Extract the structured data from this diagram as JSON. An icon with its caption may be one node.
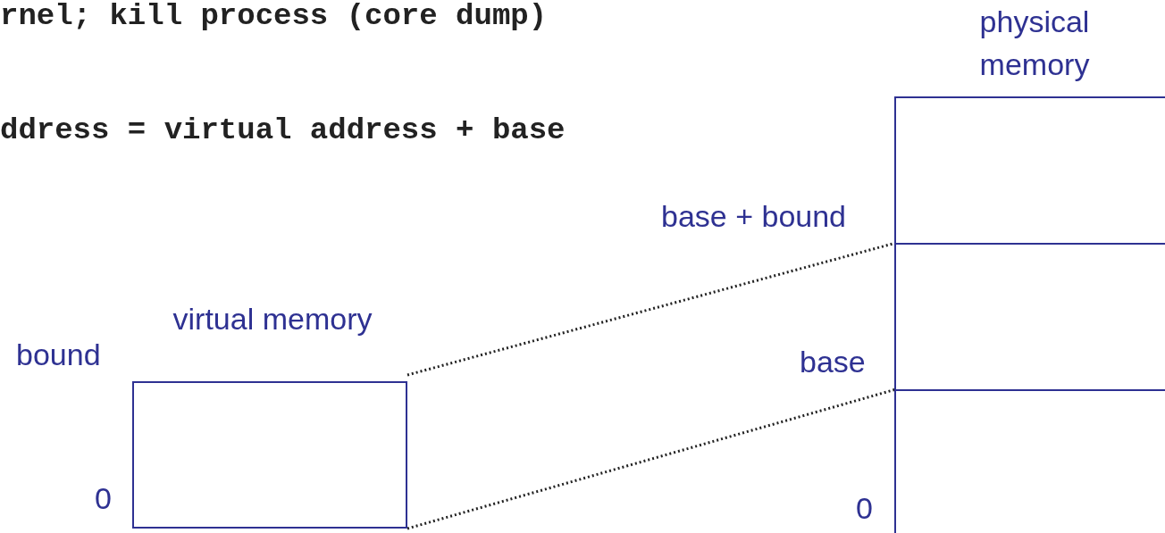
{
  "diagram": {
    "nodes": [
      {
        "text": [
          "physical memory"
        ]
      },
      {
        "text": [],
        "shape": "box",
        "in": 0
      },
      {
        "text": [],
        "shape": "box",
        "in": 0
      },
      {
        "text": [],
        "shape": "box",
        "in": 0
      },
      {
        "text": [
          "virtual memory"
        ]
      }
    ],
    "edges": [
      {
        "from": 4,
        "to": 2,
        "arrow": "none"
      },
      {
        "from": 4,
        "to": 2,
        "arrow": "none"
      }
    ],
    "labels": [
      "rnel; kill process (core dump)",
      "ddress = virtual address + base",
      "base + bound",
      "bound",
      "base",
      "0",
      "0"
    ]
  }
}
